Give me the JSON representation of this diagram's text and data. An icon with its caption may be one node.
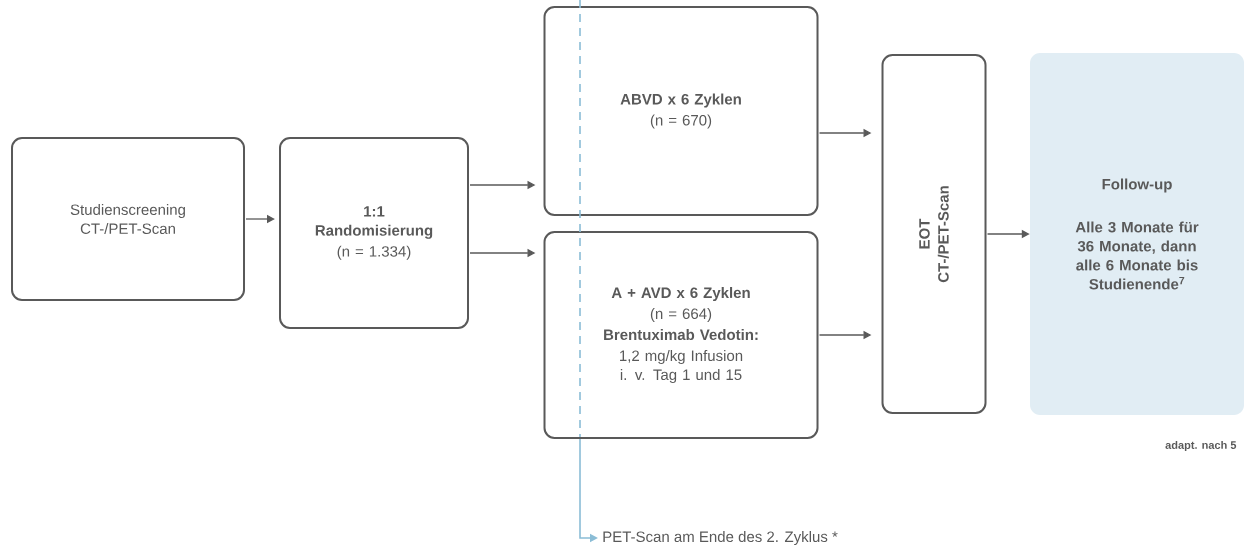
{
  "diagram": {
    "nodes": [
      {
        "text": [
          "Studienscreening CT-/PET-Scan"
        ]
      },
      {
        "text": [
          "1:1 Randomisierung",
          "(n = 1.334)"
        ]
      },
      {
        "text": [
          "ABVD x 6 Zyklen",
          "(n = 670)"
        ]
      },
      {
        "text": [
          "A + AVD x 6 Zyklen",
          "(n = 664)",
          "Brentuximab Vedotin:",
          "1,2 mg/kg Infusion i. v. Tag 1 und 15"
        ]
      },
      {
        "text": [
          "EOT CT-/PET-Scan"
        ]
      },
      {
        "text": [
          "Follow-up",
          "Alle 3 Monate für 36 Monate, dann alle 6 Monate bis Studienende$^{7}$"
        ]
      },
      {
        "text": [
          "PET-Scan am Ende des 2. Zyklus *"
        ]
      }
    ],
    "edges": [
      {
        "from": 0,
        "to": 1,
        "arrow": "to"
      },
      {
        "from": 1,
        "to": 2,
        "arrow": "to"
      },
      {
        "from": 1,
        "to": 3,
        "arrow": "to"
      },
      {
        "from": 2,
        "to": 4,
        "arrow": "to"
      },
      {
        "from": 3,
        "to": 4,
        "arrow": "to"
      },
      {
        "from": 4,
        "to": 5,
        "arrow": "to"
      },
      {
        "from": 3,
        "to": 6,
        "arrow": "to",
        "color": "#8bbdd6"
      }
    ],
    "labels": [
      "adapt. nach 5"
    ]
  }
}
